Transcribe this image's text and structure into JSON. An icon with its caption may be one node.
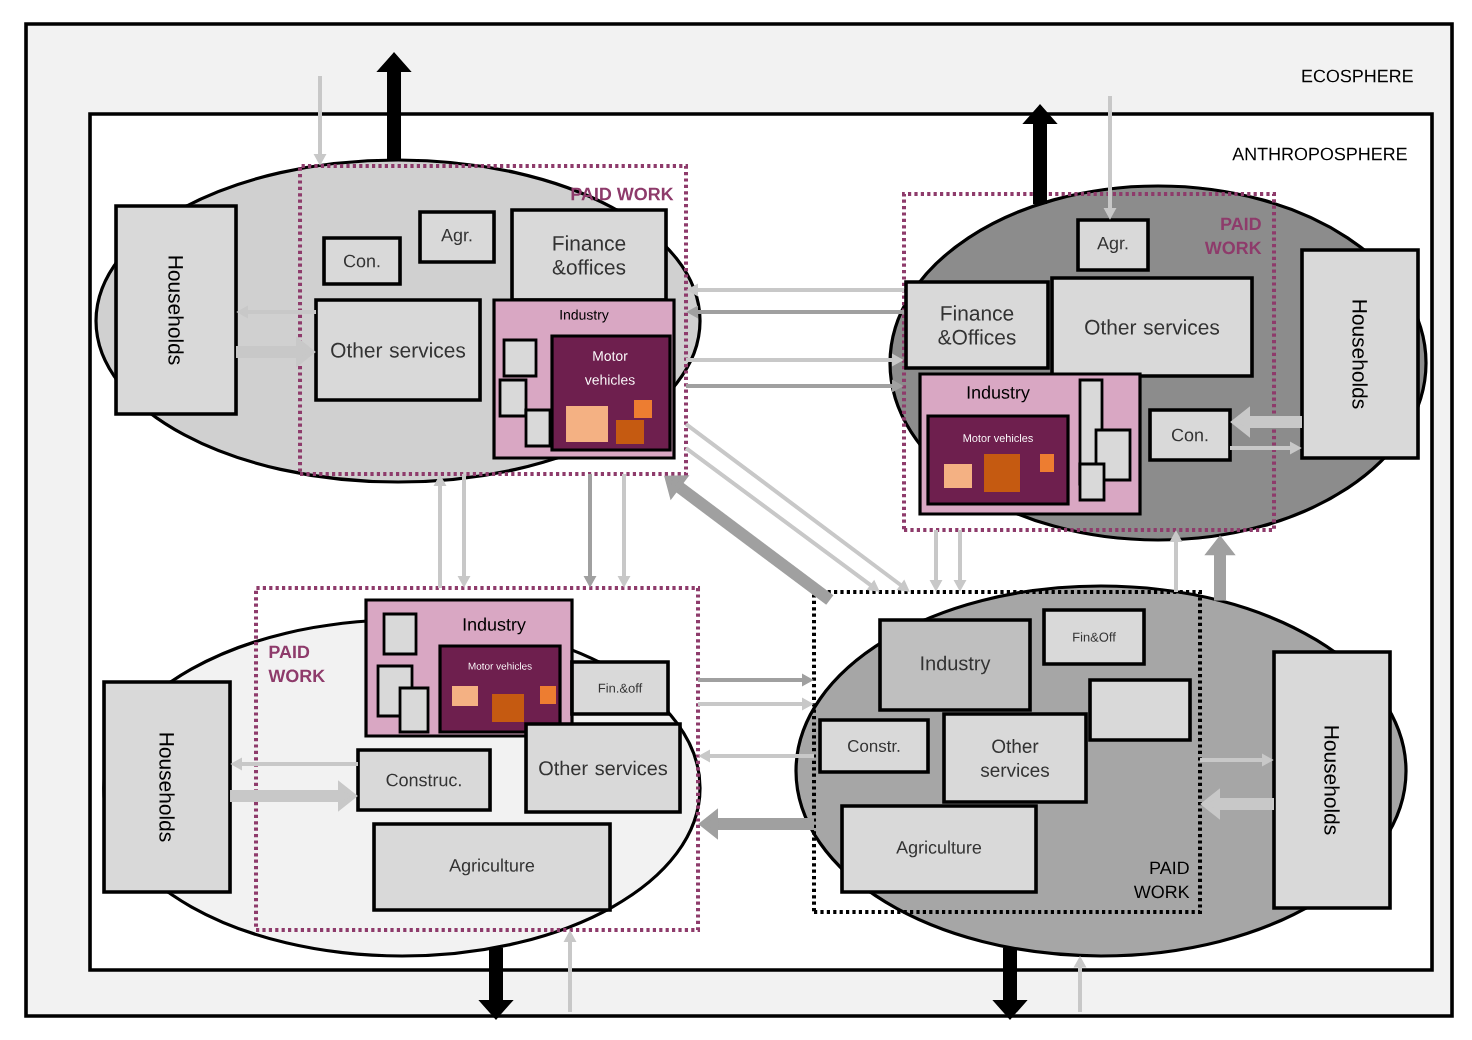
{
  "diagram": {
    "nodes": [
      {
        "text": [
          "ECOSPHERE"
        ]
      },
      {
        "text": [
          "ANTHROPOSPHERE"
        ],
        "in": 0
      },
      {
        "text": [],
        "shape": "ellipse",
        "in": 1
      },
      {
        "text": [
          "Households"
        ],
        "in": 2
      },
      {
        "text": [
          "PAID WORK"
        ],
        "in": 2
      },
      {
        "text": [
          "Con."
        ],
        "in": 4
      },
      {
        "text": [
          "Agr."
        ],
        "in": 4
      },
      {
        "text": [
          "Finance &offices"
        ],
        "in": 4
      },
      {
        "text": [
          "Other services"
        ],
        "in": 4
      },
      {
        "text": [
          "Industry"
        ],
        "in": 4
      },
      {
        "text": [
          "Motor vehicles"
        ],
        "in": 9
      },
      {
        "text": [],
        "shape": "ellipse",
        "in": 1
      },
      {
        "text": [
          "PAID WORK"
        ],
        "in": 11
      },
      {
        "text": [
          "Agr."
        ],
        "in": 12
      },
      {
        "text": [
          "Finance &Offices"
        ],
        "in": 12
      },
      {
        "text": [
          "Other services"
        ],
        "in": 12
      },
      {
        "text": [
          "Industry"
        ],
        "in": 12
      },
      {
        "text": [
          "Motor vehicles"
        ],
        "in": 16
      },
      {
        "text": [
          "Con."
        ],
        "in": 12
      },
      {
        "text": [
          "Households"
        ],
        "in": 11
      },
      {
        "text": [],
        "shape": "ellipse",
        "in": 1
      },
      {
        "text": [
          "PAID WORK"
        ],
        "in": 1
      },
      {
        "text": [
          "Industry"
        ],
        "in": 21
      },
      {
        "text": [
          "Motor vehicles"
        ],
        "in": 22
      },
      {
        "text": [
          "Fin.&off"
        ],
        "in": 21
      },
      {
        "text": [
          "Construc."
        ],
        "in": 21
      },
      {
        "text": [
          "Other services"
        ],
        "in": 21
      },
      {
        "text": [
          "Agriculture"
        ],
        "in": 21
      },
      {
        "text": [
          "Households"
        ],
        "in": 20
      },
      {
        "text": [],
        "shape": "ellipse",
        "in": 1
      },
      {
        "text": [
          "PAID WORK"
        ],
        "in": 29
      },
      {
        "text": [
          "Industry"
        ],
        "in": 30
      },
      {
        "text": [
          "Fin&Off"
        ],
        "in": 30
      },
      {
        "text": [],
        "shape": "box",
        "in": 30
      },
      {
        "text": [
          "Constr."
        ],
        "in": 30
      },
      {
        "text": [
          "Other services"
        ],
        "in": 30
      },
      {
        "text": [
          "Agriculture"
        ],
        "in": 30
      },
      {
        "text": [
          "Households"
        ],
        "in": 29
      }
    ],
    "edges": [
      {
        "from": 2,
        "to": null,
        "arrow": "to",
        "style": "thick",
        "color": "#000000"
      },
      {
        "from": null,
        "to": 4,
        "arrow": "to"
      },
      {
        "from": 11,
        "to": null,
        "arrow": "to",
        "style": "thick",
        "color": "#000000"
      },
      {
        "from": null,
        "to": 13,
        "arrow": "to"
      },
      {
        "from": 20,
        "to": null,
        "arrow": "to",
        "style": "thick",
        "color": "#000000"
      },
      {
        "from": null,
        "to": 21,
        "arrow": "to"
      },
      {
        "from": 29,
        "to": null,
        "arrow": "to",
        "style": "thick",
        "color": "#000000"
      },
      {
        "from": null,
        "to": 29,
        "arrow": "to"
      },
      {
        "from": 8,
        "to": 3,
        "arrow": "to"
      },
      {
        "from": 3,
        "to": 8,
        "arrow": "to",
        "style": "thick"
      },
      {
        "from": 19,
        "to": 18,
        "arrow": "to",
        "style": "thick"
      },
      {
        "from": 18,
        "to": 19,
        "arrow": "to"
      },
      {
        "from": 25,
        "to": 28,
        "arrow": "to"
      },
      {
        "from": 28,
        "to": 25,
        "arrow": "to",
        "style": "thick"
      },
      {
        "from": 30,
        "to": 37,
        "arrow": "to"
      },
      {
        "from": 37,
        "to": 30,
        "arrow": "to",
        "style": "thick"
      },
      {
        "from": 12,
        "to": 4,
        "arrow": "to"
      },
      {
        "from": 12,
        "to": 4,
        "arrow": "to",
        "color": "#a0a0a0"
      },
      {
        "from": 4,
        "to": 12,
        "arrow": "to"
      },
      {
        "from": 4,
        "to": 12,
        "arrow": "to",
        "color": "#a0a0a0"
      },
      {
        "from": 21,
        "to": 4,
        "arrow": "to"
      },
      {
        "from": 4,
        "to": 21,
        "arrow": "to"
      },
      {
        "from": 4,
        "to": 21,
        "arrow": "to",
        "color": "#a0a0a0"
      },
      {
        "from": 4,
        "to": 21,
        "arrow": "to"
      },
      {
        "from": 30,
        "to": 4,
        "arrow": "to",
        "style": "thick",
        "color": "#a0a0a0"
      },
      {
        "from": 4,
        "to": 30,
        "arrow": "to"
      },
      {
        "from": 4,
        "to": 30,
        "arrow": "to"
      },
      {
        "from": 12,
        "to": 30,
        "arrow": "to"
      },
      {
        "from": 12,
        "to": 30,
        "arrow": "to"
      },
      {
        "from": 30,
        "to": 12,
        "arrow": "to"
      },
      {
        "from": 29,
        "to": 11,
        "arrow": "to",
        "style": "thick",
        "color": "#a0a0a0"
      },
      {
        "from": 21,
        "to": 30,
        "arrow": "to",
        "color": "#a0a0a0"
      },
      {
        "from": 21,
        "to": 30,
        "arrow": "to"
      },
      {
        "from": 30,
        "to": 21,
        "arrow": "to"
      },
      {
        "from": 30,
        "to": 21,
        "arrow": "to",
        "style": "thick",
        "color": "#a0a0a0"
      }
    ]
  }
}
